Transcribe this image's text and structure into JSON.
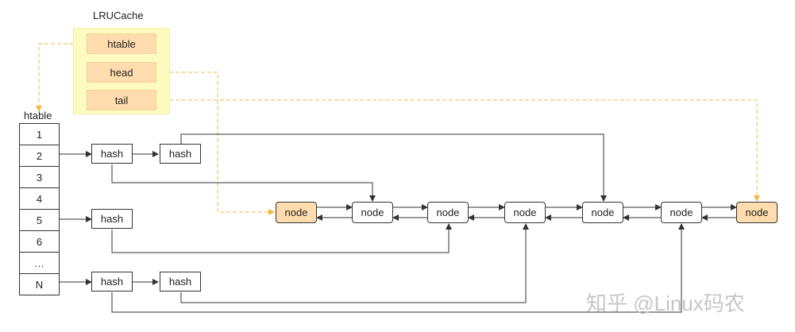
{
  "cache": {
    "title": "LRUCache",
    "fields": [
      "htable",
      "head",
      "tail"
    ]
  },
  "htable": {
    "title": "htable",
    "rows": [
      "1",
      "2",
      "3",
      "4",
      "5",
      "6",
      "…",
      "N"
    ]
  },
  "hash_label": "hash",
  "node_label": "node",
  "watermark": "知乎 @Linux码农",
  "colors": {
    "accent_fill": "#ffdcad",
    "cache_fill": "#fdfbc0",
    "pointer_line": "#f0b840",
    "line": "#333333"
  }
}
